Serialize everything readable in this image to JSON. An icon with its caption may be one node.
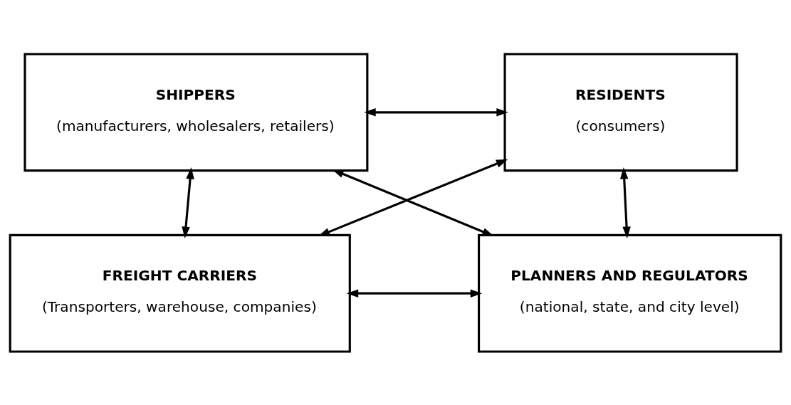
{
  "diagram": {
    "nodes": [
      {
        "text": [
          "SHIPPERS",
          "(manufacturers, wholesalers, retailers)"
        ]
      },
      {
        "text": [
          "RESIDENTS",
          "(consumers)"
        ]
      },
      {
        "text": [
          "FREIGHT CARRIERS",
          "(Transporters, warehouse, companies)"
        ]
      },
      {
        "text": [
          "PLANNERS AND REGULATORS",
          "(national, state, and city level)"
        ]
      }
    ],
    "edges": [
      {
        "from": 0,
        "to": 1,
        "arrow": "both"
      },
      {
        "from": 0,
        "to": 2,
        "arrow": "both"
      },
      {
        "from": 1,
        "to": 3,
        "arrow": "both"
      },
      {
        "from": 0,
        "to": 3,
        "arrow": "both"
      },
      {
        "from": 1,
        "to": 2,
        "arrow": "both"
      },
      {
        "from": 2,
        "to": 3,
        "arrow": "both"
      }
    ]
  }
}
